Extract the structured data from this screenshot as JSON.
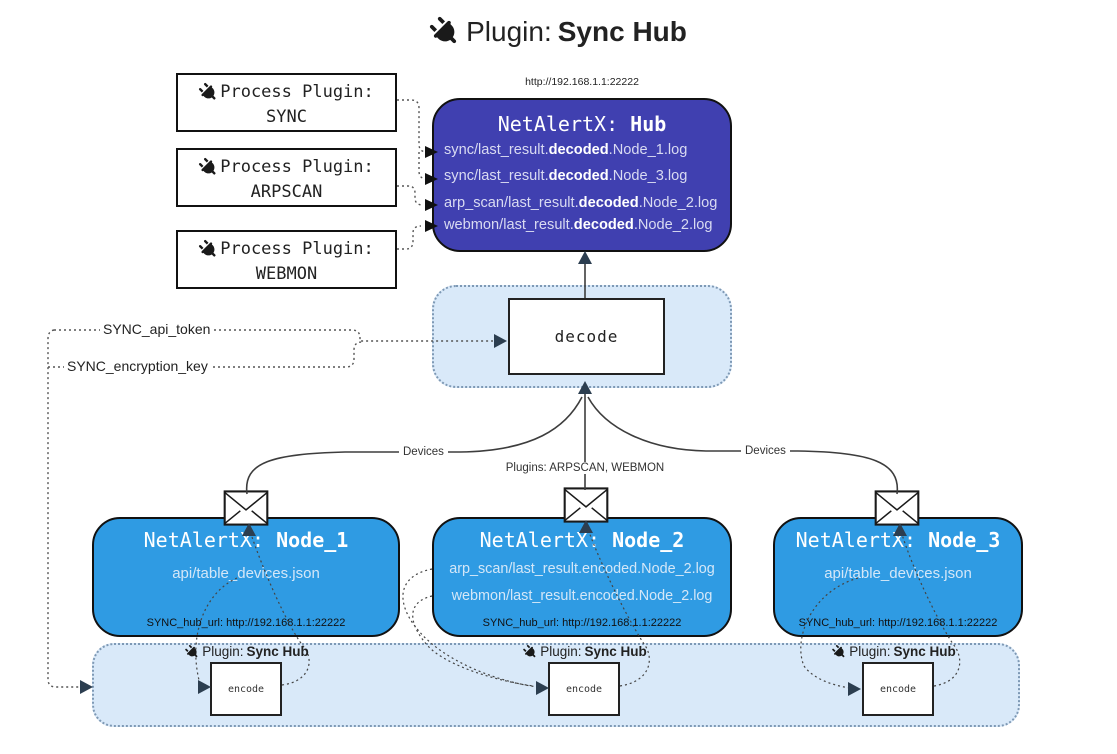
{
  "title": {
    "prefix": "Plugin: ",
    "name": "Sync Hub"
  },
  "hub": {
    "url": "http://192.168.1.1:22222",
    "name_prefix": "NetAlertX: ",
    "name": "Hub",
    "entries": [
      {
        "pre": "sync/last_result.",
        "em": "decoded",
        "post": ".Node_1.log"
      },
      {
        "pre": "sync/last_result.",
        "em": "decoded",
        "post": ".Node_3.log"
      },
      {
        "pre": "arp_scan/last_result.",
        "em": "decoded",
        "post": ".Node_2.log"
      },
      {
        "pre": "webmon/last_result.",
        "em": "decoded",
        "post": ".Node_2.log"
      }
    ]
  },
  "process_plugins": [
    {
      "label": "Process Plugin:",
      "name": "SYNC"
    },
    {
      "label": "Process Plugin:",
      "name": "ARPSCAN"
    },
    {
      "label": "Process Plugin:",
      "name": "WEBMON"
    }
  ],
  "config": {
    "api_token": "SYNC_api_token",
    "encryption_key": "SYNC_encryption_key"
  },
  "decode": {
    "label": "decode"
  },
  "flow": {
    "devices_left": "Devices",
    "devices_right": "Devices",
    "plugins_mid": "Plugins: ARPSCAN, WEBMON"
  },
  "nodes": [
    {
      "name_prefix": "NetAlertX: ",
      "name": "Node_1",
      "files": [
        "api/table_devices.json"
      ],
      "hub_url": "SYNC_hub_url: http://192.168.1.1:22222"
    },
    {
      "name_prefix": "NetAlertX: ",
      "name": "Node_2",
      "files": [
        "arp_scan/last_result.encoded.Node_2.log",
        "webmon/last_result.encoded.Node_2.log"
      ],
      "hub_url": "SYNC_hub_url: http://192.168.1.1:22222"
    },
    {
      "name_prefix": "NetAlertX: ",
      "name": "Node_3",
      "files": [
        "api/table_devices.json"
      ],
      "hub_url": "SYNC_hub_url: http://192.168.1.1:22222"
    }
  ],
  "encode": {
    "sections": [
      {
        "plugin_prefix": "Plugin: ",
        "plugin_name": "Sync Hub",
        "box_label": "encode"
      },
      {
        "plugin_prefix": "Plugin: ",
        "plugin_name": "Sync Hub",
        "box_label": "encode"
      },
      {
        "plugin_prefix": "Plugin: ",
        "plugin_name": "Sync Hub",
        "box_label": "encode"
      }
    ]
  },
  "colors": {
    "hub_bg": "#4040B0",
    "node_bg": "#2F9BE3",
    "panel_bg": "#D9E9F9",
    "panel_border": "#7E99B5",
    "hub_dim_text": "#D9DBF2",
    "node_dim_text": "#D4E7F8",
    "arrowhead": "#2C3E50",
    "edge": "#3D3D3D"
  }
}
